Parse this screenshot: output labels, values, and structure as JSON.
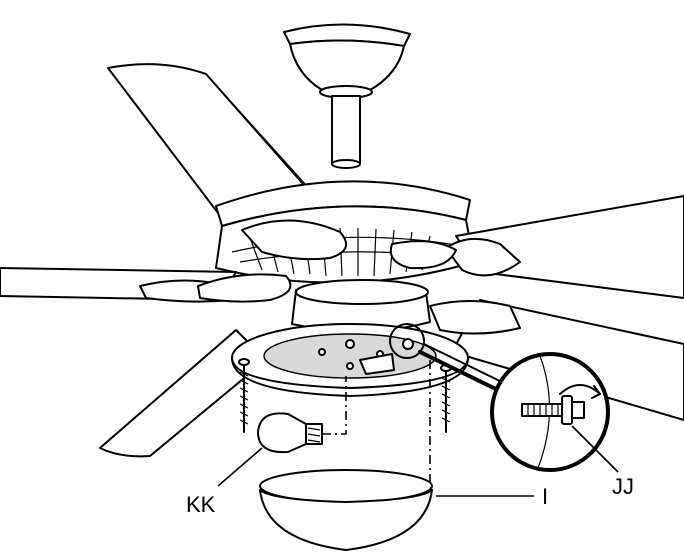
{
  "callouts": {
    "kk": "KK",
    "i": "I",
    "jj": "JJ"
  },
  "icons": {
    "fan": "ceiling-fan-illustration",
    "bulb": "light-bulb-icon",
    "glass": "glass-bowl-icon",
    "screw": "thumb-screw-icon",
    "rotate": "clockwise-arrow-icon"
  }
}
